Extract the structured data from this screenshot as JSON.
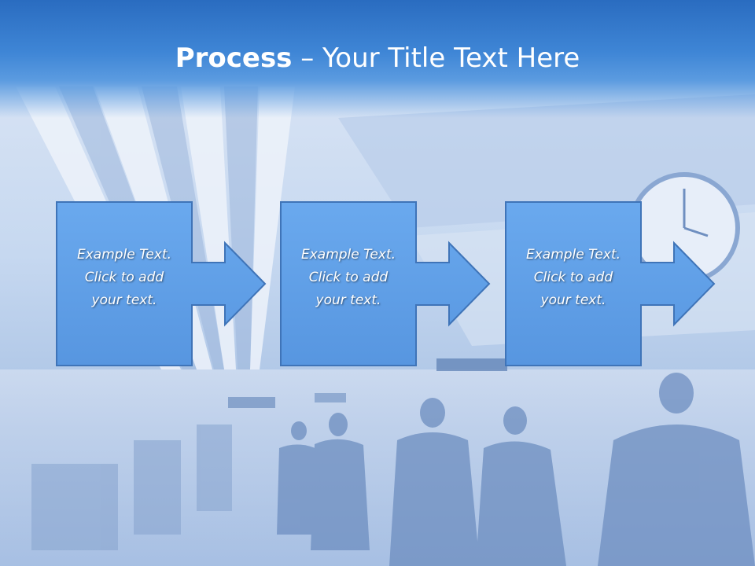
{
  "slide": {
    "title_bold": "Process",
    "title_rest": " – Your Title Text Here"
  },
  "steps": [
    {
      "line1": "Example Text.",
      "line2": "Click  to add",
      "line3": "your text."
    },
    {
      "line1": "Example Text.",
      "line2": "Click  to add",
      "line3": "your text."
    },
    {
      "line1": "Example Text.",
      "line2": "Click  to add",
      "line3": "your text."
    }
  ],
  "colors": {
    "box_fill": "#5d9fe6",
    "box_stroke": "#3a6fb3",
    "banner": "#2a6cc0"
  }
}
